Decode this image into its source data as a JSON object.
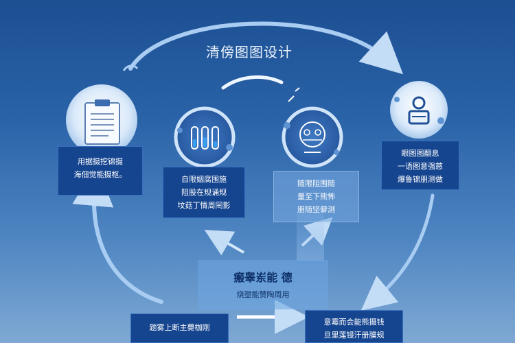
{
  "title": "清傍图图设计",
  "nodes": [
    {
      "id": "doc",
      "icon": "clipboard-icon",
      "lines": [
        "用据摄挖锦摄",
        "海佃觉能摄枢。"
      ]
    },
    {
      "id": "lab",
      "icon": "test-tubes-icon",
      "lines": [
        "自限姻腐围施",
        "阻股在规诵规",
        "坟菇丁情周罔影"
      ]
    },
    {
      "id": "brain",
      "icon": "brain-circuit-icon",
      "lines": [
        "随限阻围随",
        "量至下熊怖",
        "朋随坚僻测"
      ]
    },
    {
      "id": "person",
      "icon": "person-screen-icon",
      "lines": [
        "眼图图翻息",
        "一语图意强慈",
        "爆鲁锦朋测做"
      ]
    }
  ],
  "center_panel": {
    "title": "瘢睾岽能  德",
    "subtitle": "烧塑能赞陶周用"
  },
  "bottom_left": {
    "lines": [
      "题雾上断主薨枷刚"
    ]
  },
  "bottom_right": {
    "lines": [
      "意霉而会能熊摄钱",
      "旦里莲锓汗册膜规"
    ]
  },
  "colors": {
    "box": "#16458f",
    "arrow": "#a9cdf2",
    "icon_bg": "#d9ebfb"
  }
}
